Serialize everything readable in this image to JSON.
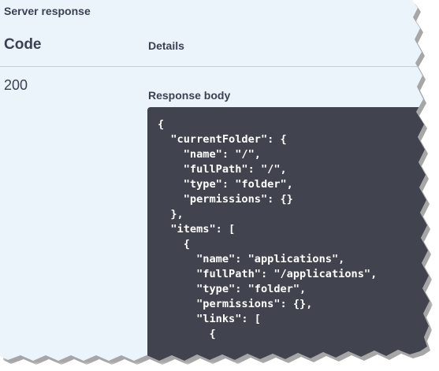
{
  "server_response": {
    "title": "Server response",
    "columns": {
      "code": "Code",
      "details": "Details"
    },
    "row": {
      "code": "200",
      "response_body_label": "Response body",
      "response_body": "{\n  \"currentFolder\": {\n    \"name\": \"/\",\n    \"fullPath\": \"/\",\n    \"type\": \"folder\",\n    \"permissions\": {}\n  },\n  \"items\": [\n    {\n      \"name\": \"applications\",\n      \"fullPath\": \"/applications\",\n      \"type\": \"folder\",\n      \"permissions\": {},\n      \"links\": [\n        {"
    }
  },
  "colors": {
    "panel_background": "#ebf3fb",
    "code_background": "#41444e",
    "text": "#3b4151",
    "code_text": "#ffffff"
  }
}
